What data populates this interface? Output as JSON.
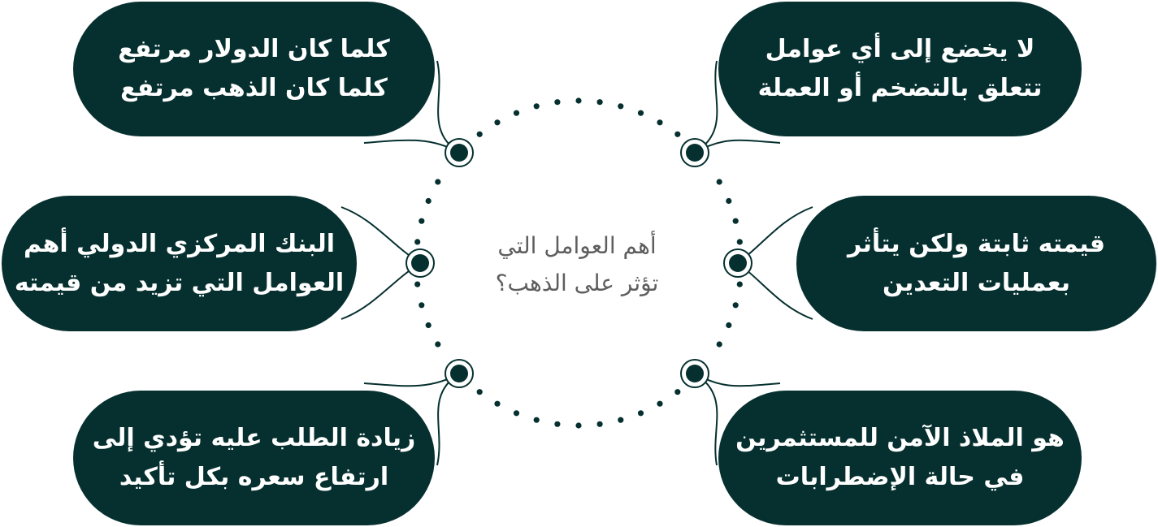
{
  "diagram": {
    "center_title": {
      "line1": "أهم العوامل التي",
      "line2": "تؤثر على الذهب؟"
    },
    "colors": {
      "pill_bg": "#06302f",
      "pill_text": "#ffffff",
      "center_text": "#5e5e5e",
      "dot": "#06302f",
      "connector_line": "#06302f"
    },
    "factors": [
      {
        "id": "top-left",
        "line1": "كلما كان الدولار مرتفع",
        "line2": "كلما كان الذهب مرتفع"
      },
      {
        "id": "top-right",
        "line1": "لا يخضع إلى أي عوامل",
        "line2": "تتعلق بالتضخم أو العملة"
      },
      {
        "id": "middle-left",
        "line1": "البنك المركزي الدولي أهم",
        "line2": "العوامل التي تزيد من قيمته"
      },
      {
        "id": "middle-right",
        "line1": "قيمته ثابتة ولكن يتأثر",
        "line2": "بعمليات التعدين"
      },
      {
        "id": "bottom-left",
        "line1": "زيادة الطلب عليه تؤدي إلى",
        "line2": "ارتفاع سعره بكل تأكيد"
      },
      {
        "id": "bottom-right",
        "line1": "هو الملاذ الآمن للمستثمرين",
        "line2": "في حالة الإضطرابات"
      }
    ]
  }
}
